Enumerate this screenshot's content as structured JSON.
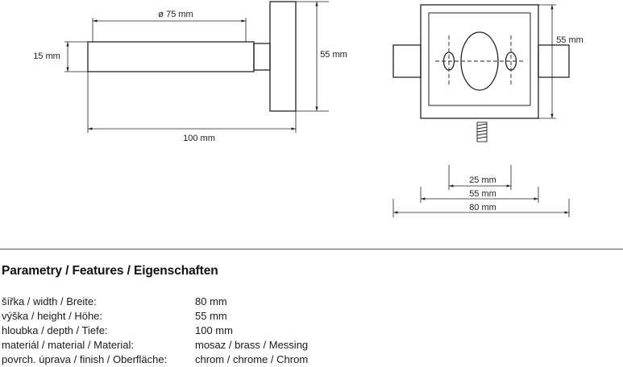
{
  "dimensions": {
    "side_view": {
      "rosette_diameter": "ø 75 mm",
      "shaft_diameter": "15 mm",
      "plate_height": "55 mm",
      "overall_depth": "100 mm"
    },
    "front_view": {
      "plate_height": "55 mm",
      "hole_spacing": "25 mm",
      "plate_width": "55 mm",
      "overall_width": "80 mm"
    }
  },
  "features": {
    "title": "Parametry / Features / Eigenschaften",
    "rows": [
      {
        "label": "šířka / width / Breite:",
        "value": "80 mm"
      },
      {
        "label": "výška / height / Höhe:",
        "value": "55 mm"
      },
      {
        "label": "hloubka / depth / Tiefe:",
        "value": "100 mm"
      },
      {
        "label": "materiál / material / Material:",
        "value": "mosaz / brass / Messing"
      },
      {
        "label": "povrch. úprava / finish / Oberfläche:",
        "value": "chrom / chrome / Chrom"
      }
    ]
  }
}
